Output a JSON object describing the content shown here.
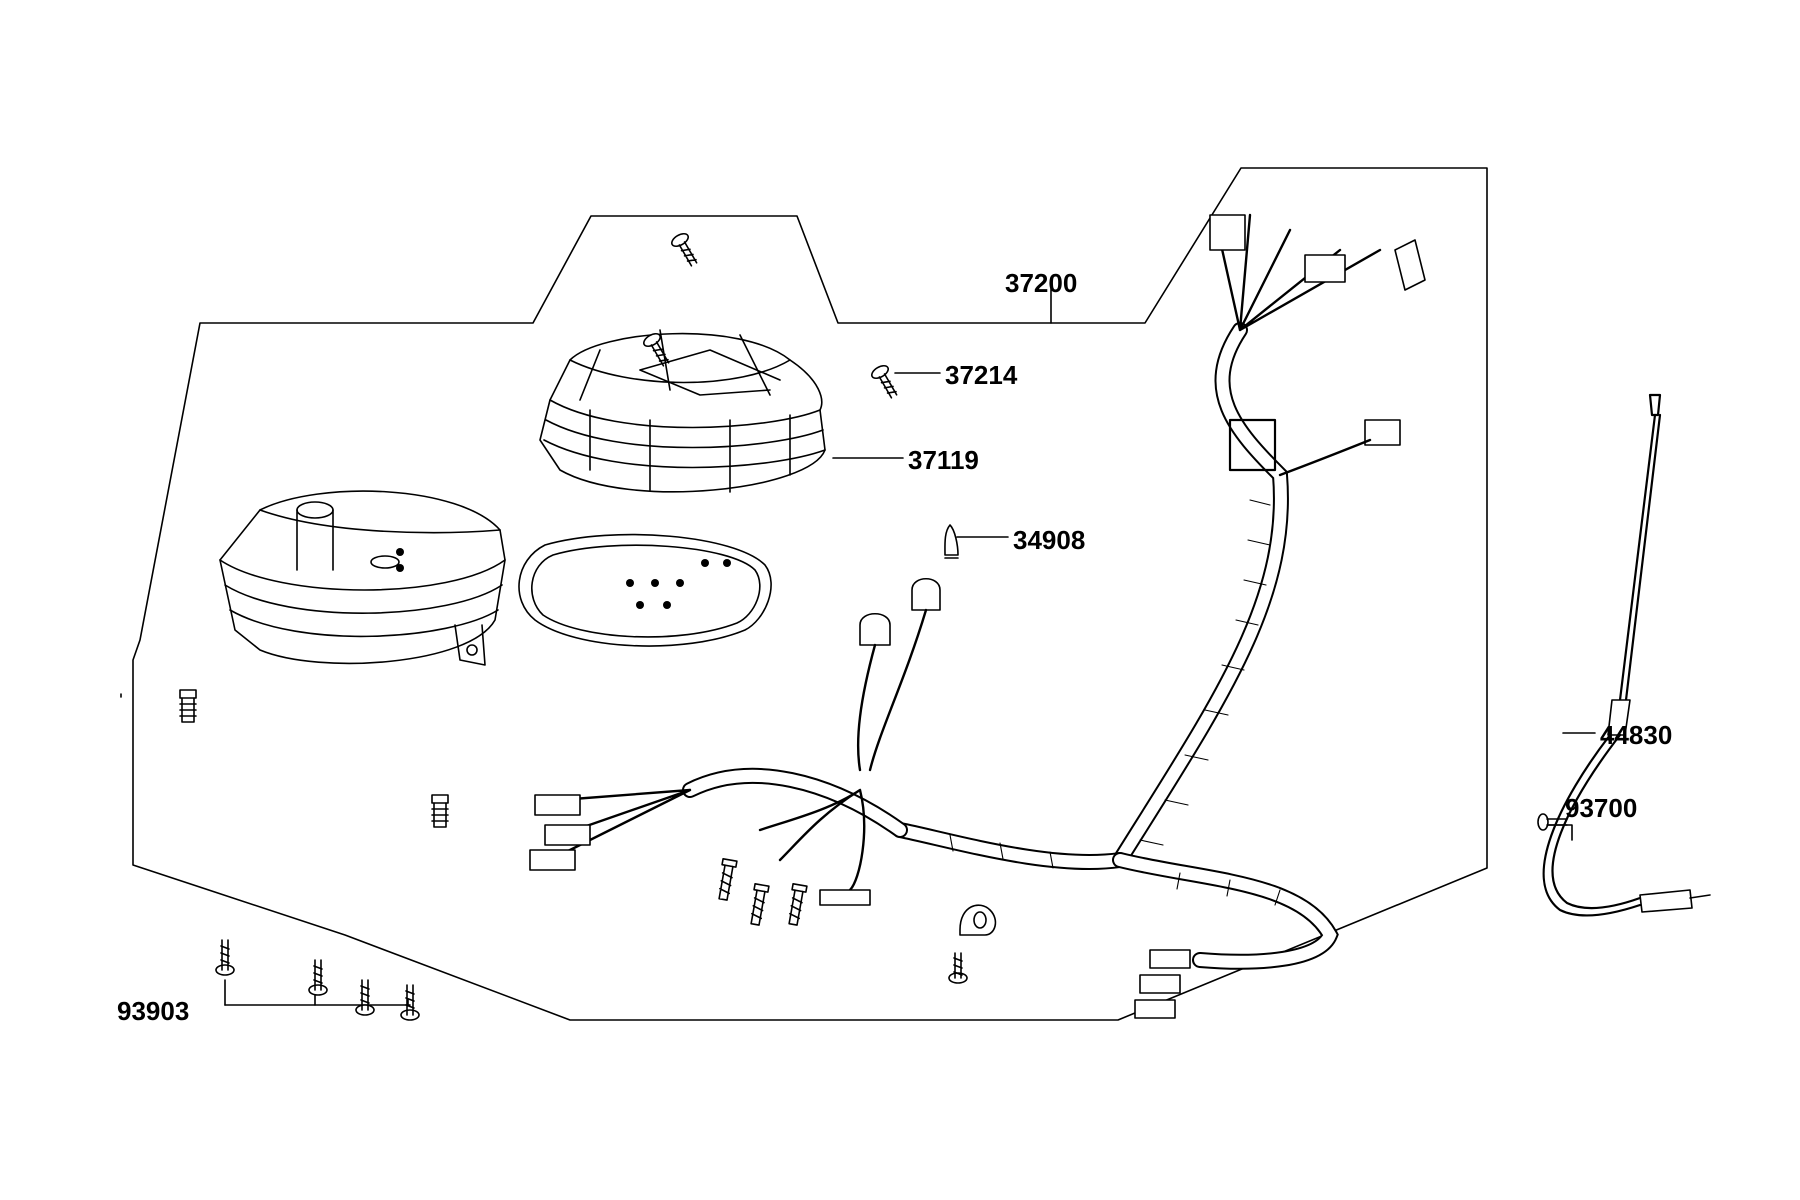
{
  "callouts": {
    "p37200": "37200",
    "p37214": "37214",
    "p37119": "37119",
    "p34908": "34908",
    "p44830": "44830",
    "p93700": "93700",
    "p93903": "93903"
  },
  "colors": {
    "line": "#000000",
    "background": "#ffffff"
  }
}
